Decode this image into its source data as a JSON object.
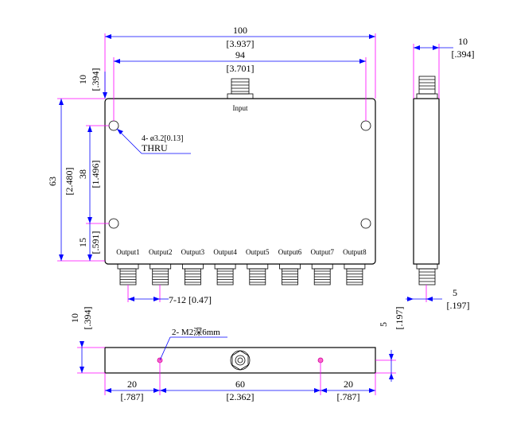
{
  "top_view": {
    "dim_width": {
      "value": "100",
      "inch": "[3.937]"
    },
    "dim_hole_span": {
      "value": "94",
      "inch": "[3.701]"
    },
    "dim_input_height": {
      "value": "10",
      "inch": "[.394]"
    },
    "dim_height": {
      "value": "63",
      "inch": "[2.480]"
    },
    "dim_hole_vertical": {
      "value": "38",
      "inch": "[1.496]"
    },
    "dim_bottom_offset": {
      "value": "15",
      "inch": "[.591]"
    },
    "hole_note": {
      "line1": "4- ø3.2[0.13]",
      "line2": "THRU"
    },
    "input_label": "Input",
    "outputs": [
      "Output1",
      "Output2",
      "Output3",
      "Output4",
      "Output5",
      "Output6",
      "Output7",
      "Output8"
    ],
    "pitch_note": "7-12 [0.47]"
  },
  "side_view": {
    "dim_thickness": {
      "value": "10",
      "inch": "[.394]"
    },
    "dim_offset": {
      "value": "5",
      "inch": "[.197]"
    }
  },
  "bottom_view": {
    "dim_height": {
      "value": "10",
      "inch": "[.394]"
    },
    "dim_offset_right": {
      "value": "5",
      "inch": "[.197]"
    },
    "thread_note": "2- M2深6mm",
    "dim_left": {
      "value": "20",
      "inch": "[.787]"
    },
    "dim_center": {
      "value": "60",
      "inch": "[2.362]"
    },
    "dim_right": {
      "value": "20",
      "inch": "[.787]"
    }
  }
}
